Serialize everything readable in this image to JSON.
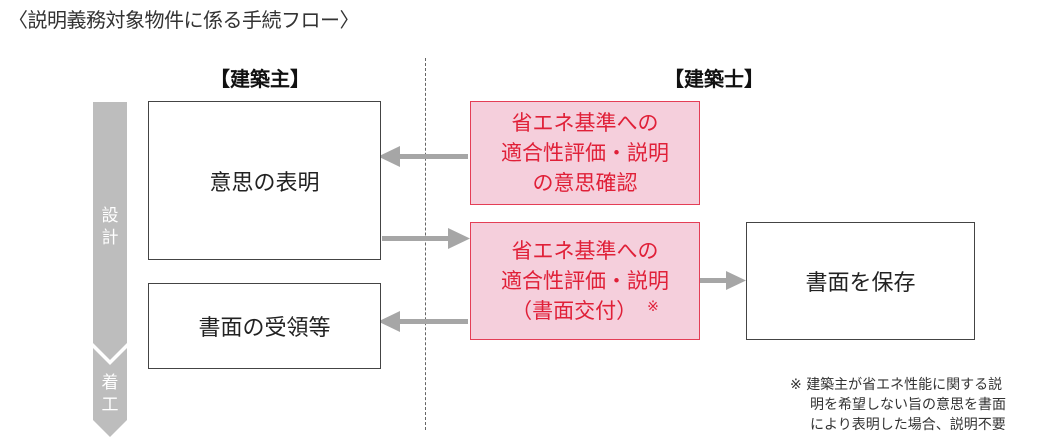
{
  "title": "〈説明義務対象物件に係る手続フロー〉",
  "headers": {
    "owner": "【建築主】",
    "architect": "【建築士】"
  },
  "phases": {
    "design": [
      "設",
      "計"
    ],
    "construction": [
      "着",
      "工"
    ]
  },
  "boxes": {
    "intent": "意思の表明",
    "receipt": "書面の受領等",
    "confirm": [
      "省エネ基準への",
      "適合性評価・説明",
      "の意思確認"
    ],
    "explain": [
      "省エネ基準への",
      "適合性評価・説明",
      "（書面交付）"
    ],
    "explain_mark": "※",
    "save": "書面を保存"
  },
  "note": {
    "mark": "※",
    "lines": [
      "建築主が省エネ性能に関する説",
      "明を希望しない旨の意思を書面",
      "により表明した場合、説明不要"
    ]
  },
  "colors": {
    "pink_fill": "#f5cfdc",
    "pink_border": "#e43e56",
    "pink_text": "#e02038",
    "arrow": "#a6a6a6",
    "phase_arrow": "#bdbdbd"
  }
}
